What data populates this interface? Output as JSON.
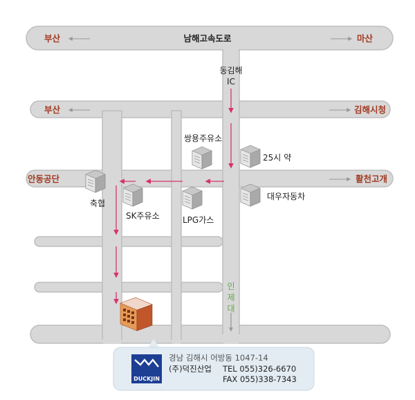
{
  "highway": {
    "name": "남해고속도로",
    "left": "부산",
    "right": "마산"
  },
  "road2": {
    "left": "부산",
    "right": "김해시청"
  },
  "road3": {
    "left": "안동공단",
    "right": "활천고개"
  },
  "ic": {
    "line1": "동김해",
    "line2": "IC"
  },
  "landmarks": {
    "ssangyong": "쌍용주유소",
    "pharmacy": "25시 약",
    "chukhyeop": "축협",
    "sk": "SK주유소",
    "lpg": "LPG가스",
    "daewoo": "대우자동차"
  },
  "inje": [
    "인",
    "제",
    "대"
  ],
  "info": {
    "address": "경남 김해시 어방동 1047-14",
    "company": "(주)덕진산업",
    "tel": "TEL 055)326-6670",
    "fax": "FAX 055)338-7343",
    "logo_text": "DUCKJIN"
  },
  "colors": {
    "route": "#d6336c",
    "road_fill": "#d8d8d8",
    "destination": "#a23a22",
    "logo_blue": "#1c3f94",
    "info_bg": "#e3ecf3"
  }
}
